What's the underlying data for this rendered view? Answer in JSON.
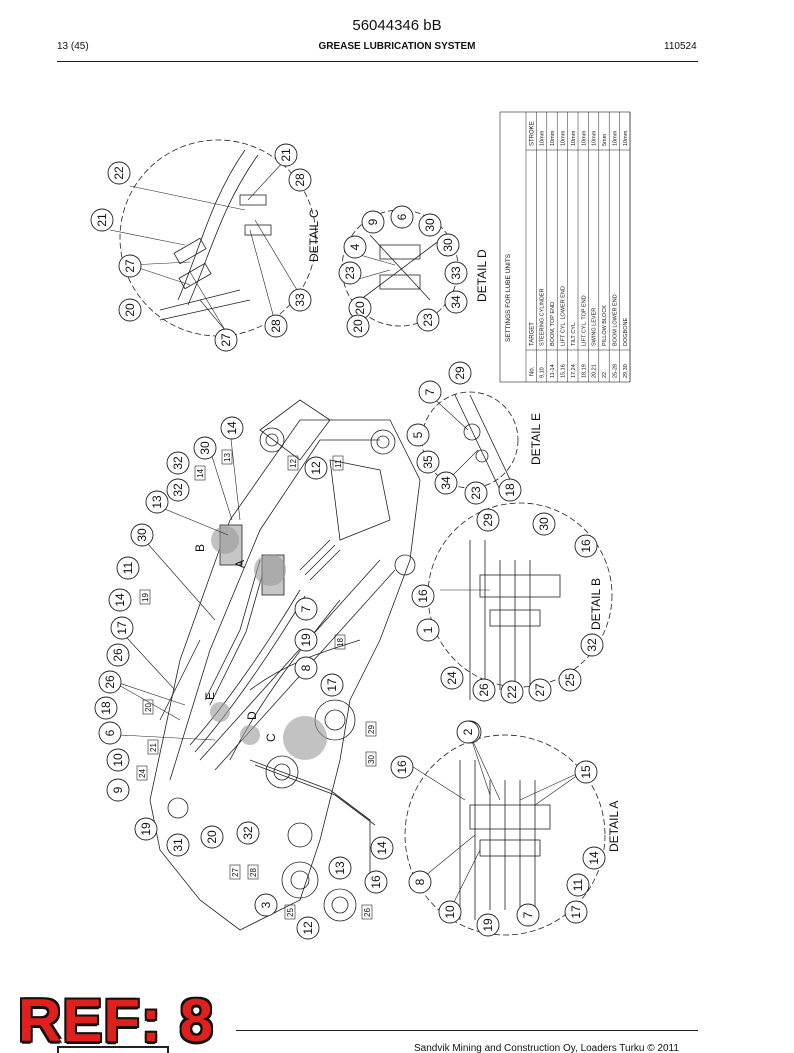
{
  "header": {
    "doc_number": "56044346 bB",
    "page": "13 (45)",
    "title": "GREASE LUBRICATION SYSTEM",
    "code": "110524"
  },
  "details": {
    "a": "DETAIL A",
    "b": "DETAIL B",
    "c": "DETAIL C",
    "d": "DETAIL D",
    "e": "DETAIL E"
  },
  "markers": [
    "A",
    "B",
    "C",
    "D",
    "E"
  ],
  "table": {
    "title": "SETTINGS FOR LUBE UNITS",
    "headers": [
      "No.",
      "TARGET",
      "STROKE"
    ],
    "rows": [
      [
        "9,10",
        "STEERING CYLINDER",
        "10mm"
      ],
      [
        "11-14",
        "BOOM, TOP END",
        "10mm"
      ],
      [
        "15,16",
        "LIFT CYL. LOWER END",
        "10mm"
      ],
      [
        "17,24",
        "TILT CYL.",
        "10mm"
      ],
      [
        "18,19",
        "LIFT CYL. TOP END",
        "10mm"
      ],
      [
        "20,21",
        "SWING LEVER",
        "10mm"
      ],
      [
        "22",
        "PILLOW BLOCK",
        "5mm"
      ],
      [
        "25-28",
        "BOOM LOWER END",
        "10mm"
      ],
      [
        "29,30",
        "DOGBONE",
        "10mm"
      ]
    ]
  },
  "callouts": [
    "22",
    "21",
    "28",
    "21",
    "27",
    "20",
    "27",
    "28",
    "33",
    "6",
    "9",
    "30",
    "4",
    "30",
    "23",
    "33",
    "20",
    "34",
    "20",
    "23",
    "7",
    "29",
    "5",
    "35",
    "34",
    "23",
    "18",
    "32",
    "30",
    "32",
    "14",
    "13",
    "12",
    "30",
    "11",
    "14",
    "17",
    "26",
    "7",
    "19",
    "8",
    "17",
    "26",
    "18",
    "6",
    "10",
    "9",
    "19",
    "31",
    "20",
    "32",
    "21",
    "1",
    "24",
    "26",
    "22",
    "27",
    "25",
    "32",
    "29",
    "30",
    "16",
    "16",
    "15",
    "14",
    "8",
    "10",
    "19",
    "7",
    "17",
    "11",
    "2",
    "16",
    "14",
    "16",
    "3",
    "12",
    "13",
    "17",
    "6",
    "19",
    "9",
    "32",
    "19",
    "27",
    "28",
    "24",
    "25",
    "26",
    "32"
  ],
  "stamp": "REF: 8",
  "footer": "Sandvik Mining and Construction Oy, Loaders Turku © 2011"
}
